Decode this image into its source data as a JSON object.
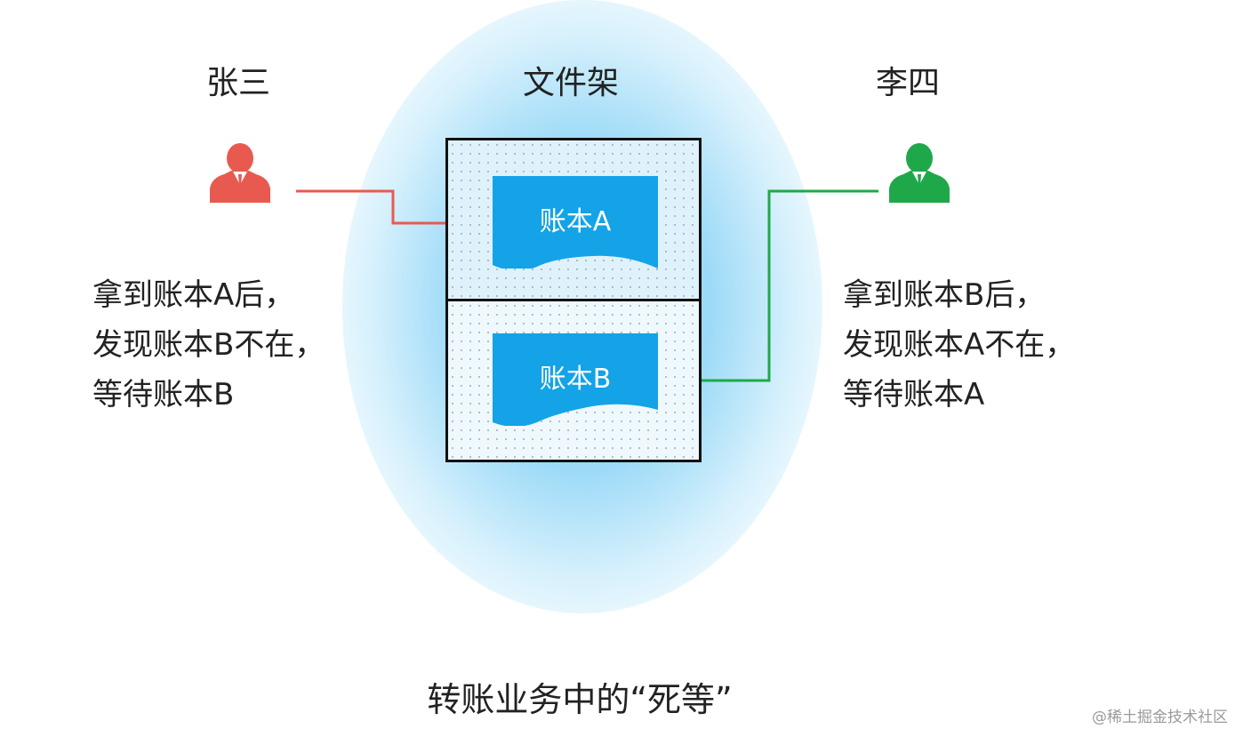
{
  "people": {
    "left": {
      "name": "张三",
      "color": "#e85a4f",
      "note": [
        "拿到账本A后，",
        "发现账本B不在，",
        "等待账本B"
      ]
    },
    "right": {
      "name": "李四",
      "color": "#1fa84a",
      "note": [
        "拿到账本B后，",
        "发现账本A不在，",
        "等待账本A"
      ]
    }
  },
  "shelf": {
    "title": "文件架",
    "books": [
      {
        "label": "账本A",
        "color": "#13a3e6"
      },
      {
        "label": "账本B",
        "color": "#13a3e6"
      }
    ]
  },
  "caption": "转账业务中的“死等”",
  "watermark": "@稀土掘金技术社区",
  "icons": {
    "left_person": "person-icon",
    "right_person": "person-icon"
  }
}
